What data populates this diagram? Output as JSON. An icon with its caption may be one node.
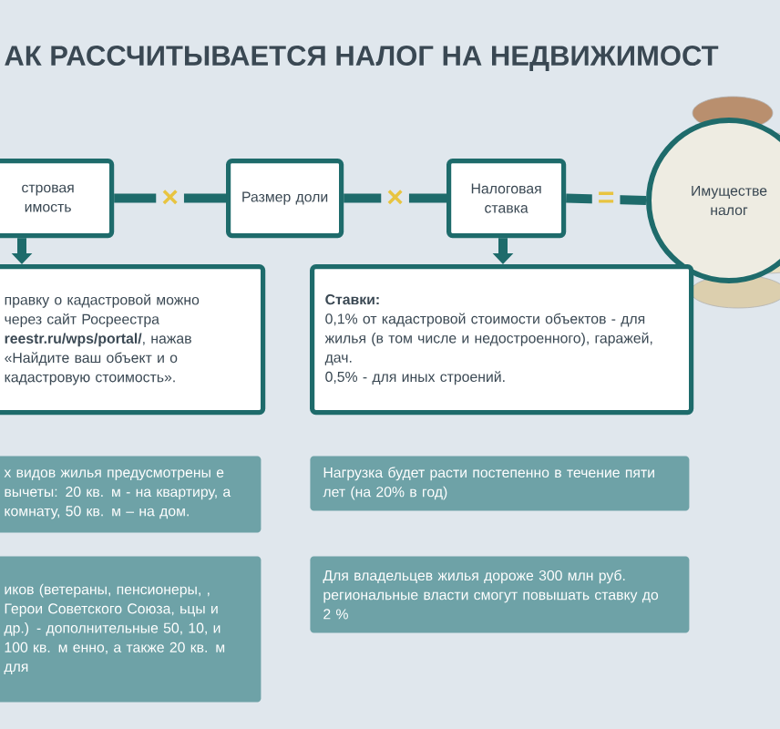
{
  "diagram": {
    "title": "АК РАССЧИТЫВАЕТСЯ НАЛОГ НА НЕДВИЖИМОСТ",
    "nodes": [
      {
        "text": [
          "стровая имость"
        ]
      },
      {
        "text": [
          "Размер доли"
        ]
      },
      {
        "text": [
          "Налоговая ставка"
        ]
      },
      {
        "text": [
          "Имуществе налог"
        ]
      },
      {
        "text": [
          "правку о кадастровой можно через сайт Росреестра **reestr.ru/wps/portal/**, нажав «Найдите ваш объект и о кадастровую стоимость»."
        ]
      },
      {
        "text": [
          "Ставки:",
          "0,1% от кадастровой стоимости объектов - для жилья (в том числе и недостроенного), гаражей, дач.",
          "0,5% - для иных строений."
        ]
      },
      {
        "text": [
          "х видов жилья предусмотрены е вычеты: 20 кв. м - на квартиру, а комнату, 50 кв. м – на дом."
        ]
      },
      {
        "text": [
          "Нагрузка будет расти постепенно в течение пяти лет (на 20% в год)"
        ]
      },
      {
        "text": [
          "иков (ветераны, пенсионеры, , Герои Советского Союза, ьцы и др.) - дополнительные 50, 10, и 100 кв. м енно, а также 20 кв. м для"
        ]
      },
      {
        "text": [
          "Для владельцев жилья дороже 300 млн руб. региональные власти смогут повышать ставку до 2 %"
        ]
      }
    ],
    "edges": [
      {
        "from": 0,
        "to": 1,
        "arrow": "none",
        "label": "×"
      },
      {
        "from": 1,
        "to": 2,
        "arrow": "none",
        "label": "×"
      },
      {
        "from": 2,
        "to": 3,
        "arrow": "none",
        "label": "="
      },
      {
        "from": 0,
        "to": 4,
        "arrow": "to"
      },
      {
        "from": 2,
        "to": 5,
        "arrow": "to"
      }
    ]
  }
}
